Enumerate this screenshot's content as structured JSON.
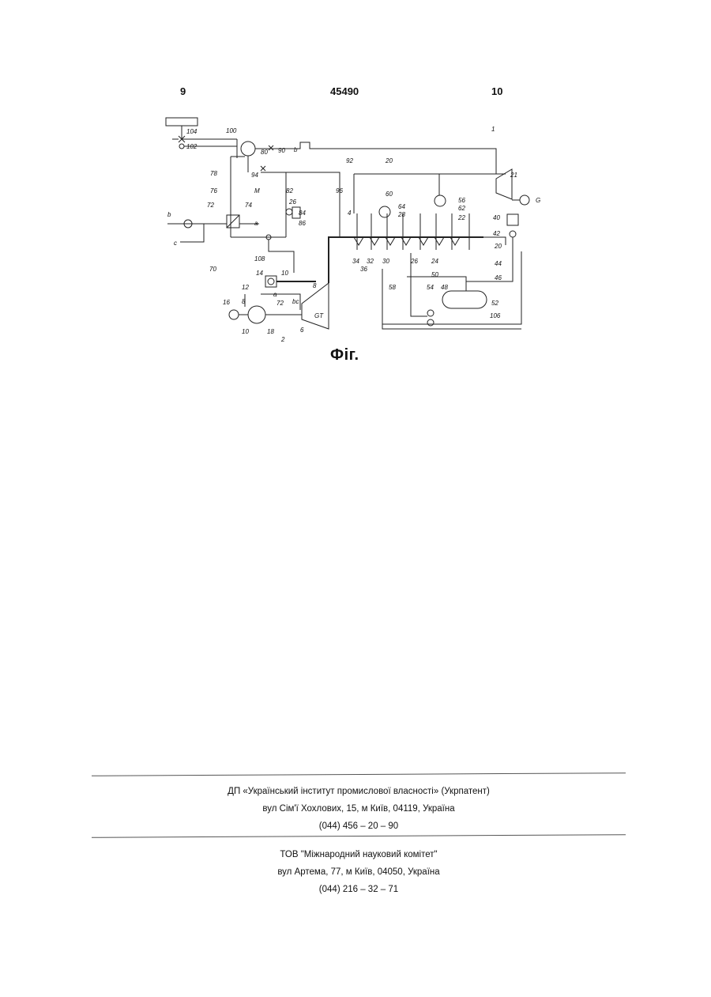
{
  "header": {
    "page_left": "9",
    "patent_number": "45490",
    "page_right": "10"
  },
  "figure": {
    "caption": "Фіг.",
    "labels": [
      "1",
      "2",
      "4",
      "6",
      "8",
      "10",
      "14",
      "16",
      "18",
      "20",
      "21",
      "22",
      "24",
      "26",
      "28",
      "30",
      "32",
      "34",
      "36",
      "40",
      "42",
      "44",
      "46",
      "48",
      "50",
      "52",
      "54",
      "56",
      "58",
      "60",
      "62",
      "64",
      "70",
      "72",
      "74",
      "76",
      "78",
      "80",
      "82",
      "84",
      "86",
      "90",
      "92",
      "94",
      "96",
      "100",
      "102",
      "104",
      "106",
      "108",
      "M",
      "G",
      "GT",
      "a",
      "b",
      "c",
      "bc"
    ]
  },
  "publisher": {
    "line1": "ДП «Український інститут промислової власності» (Укрпатент)",
    "line2": "вул  Сім'ї Хохлових, 15, м  Київ, 04119, Україна",
    "line3": "(044) 456 – 20 –  90"
  },
  "printer": {
    "line1": "ТОВ \"Міжнародний науковий комітет\"",
    "line2": "вул  Артема, 77, м  Київ, 04050, Україна",
    "line3": "(044) 216 – 32 – 71"
  }
}
